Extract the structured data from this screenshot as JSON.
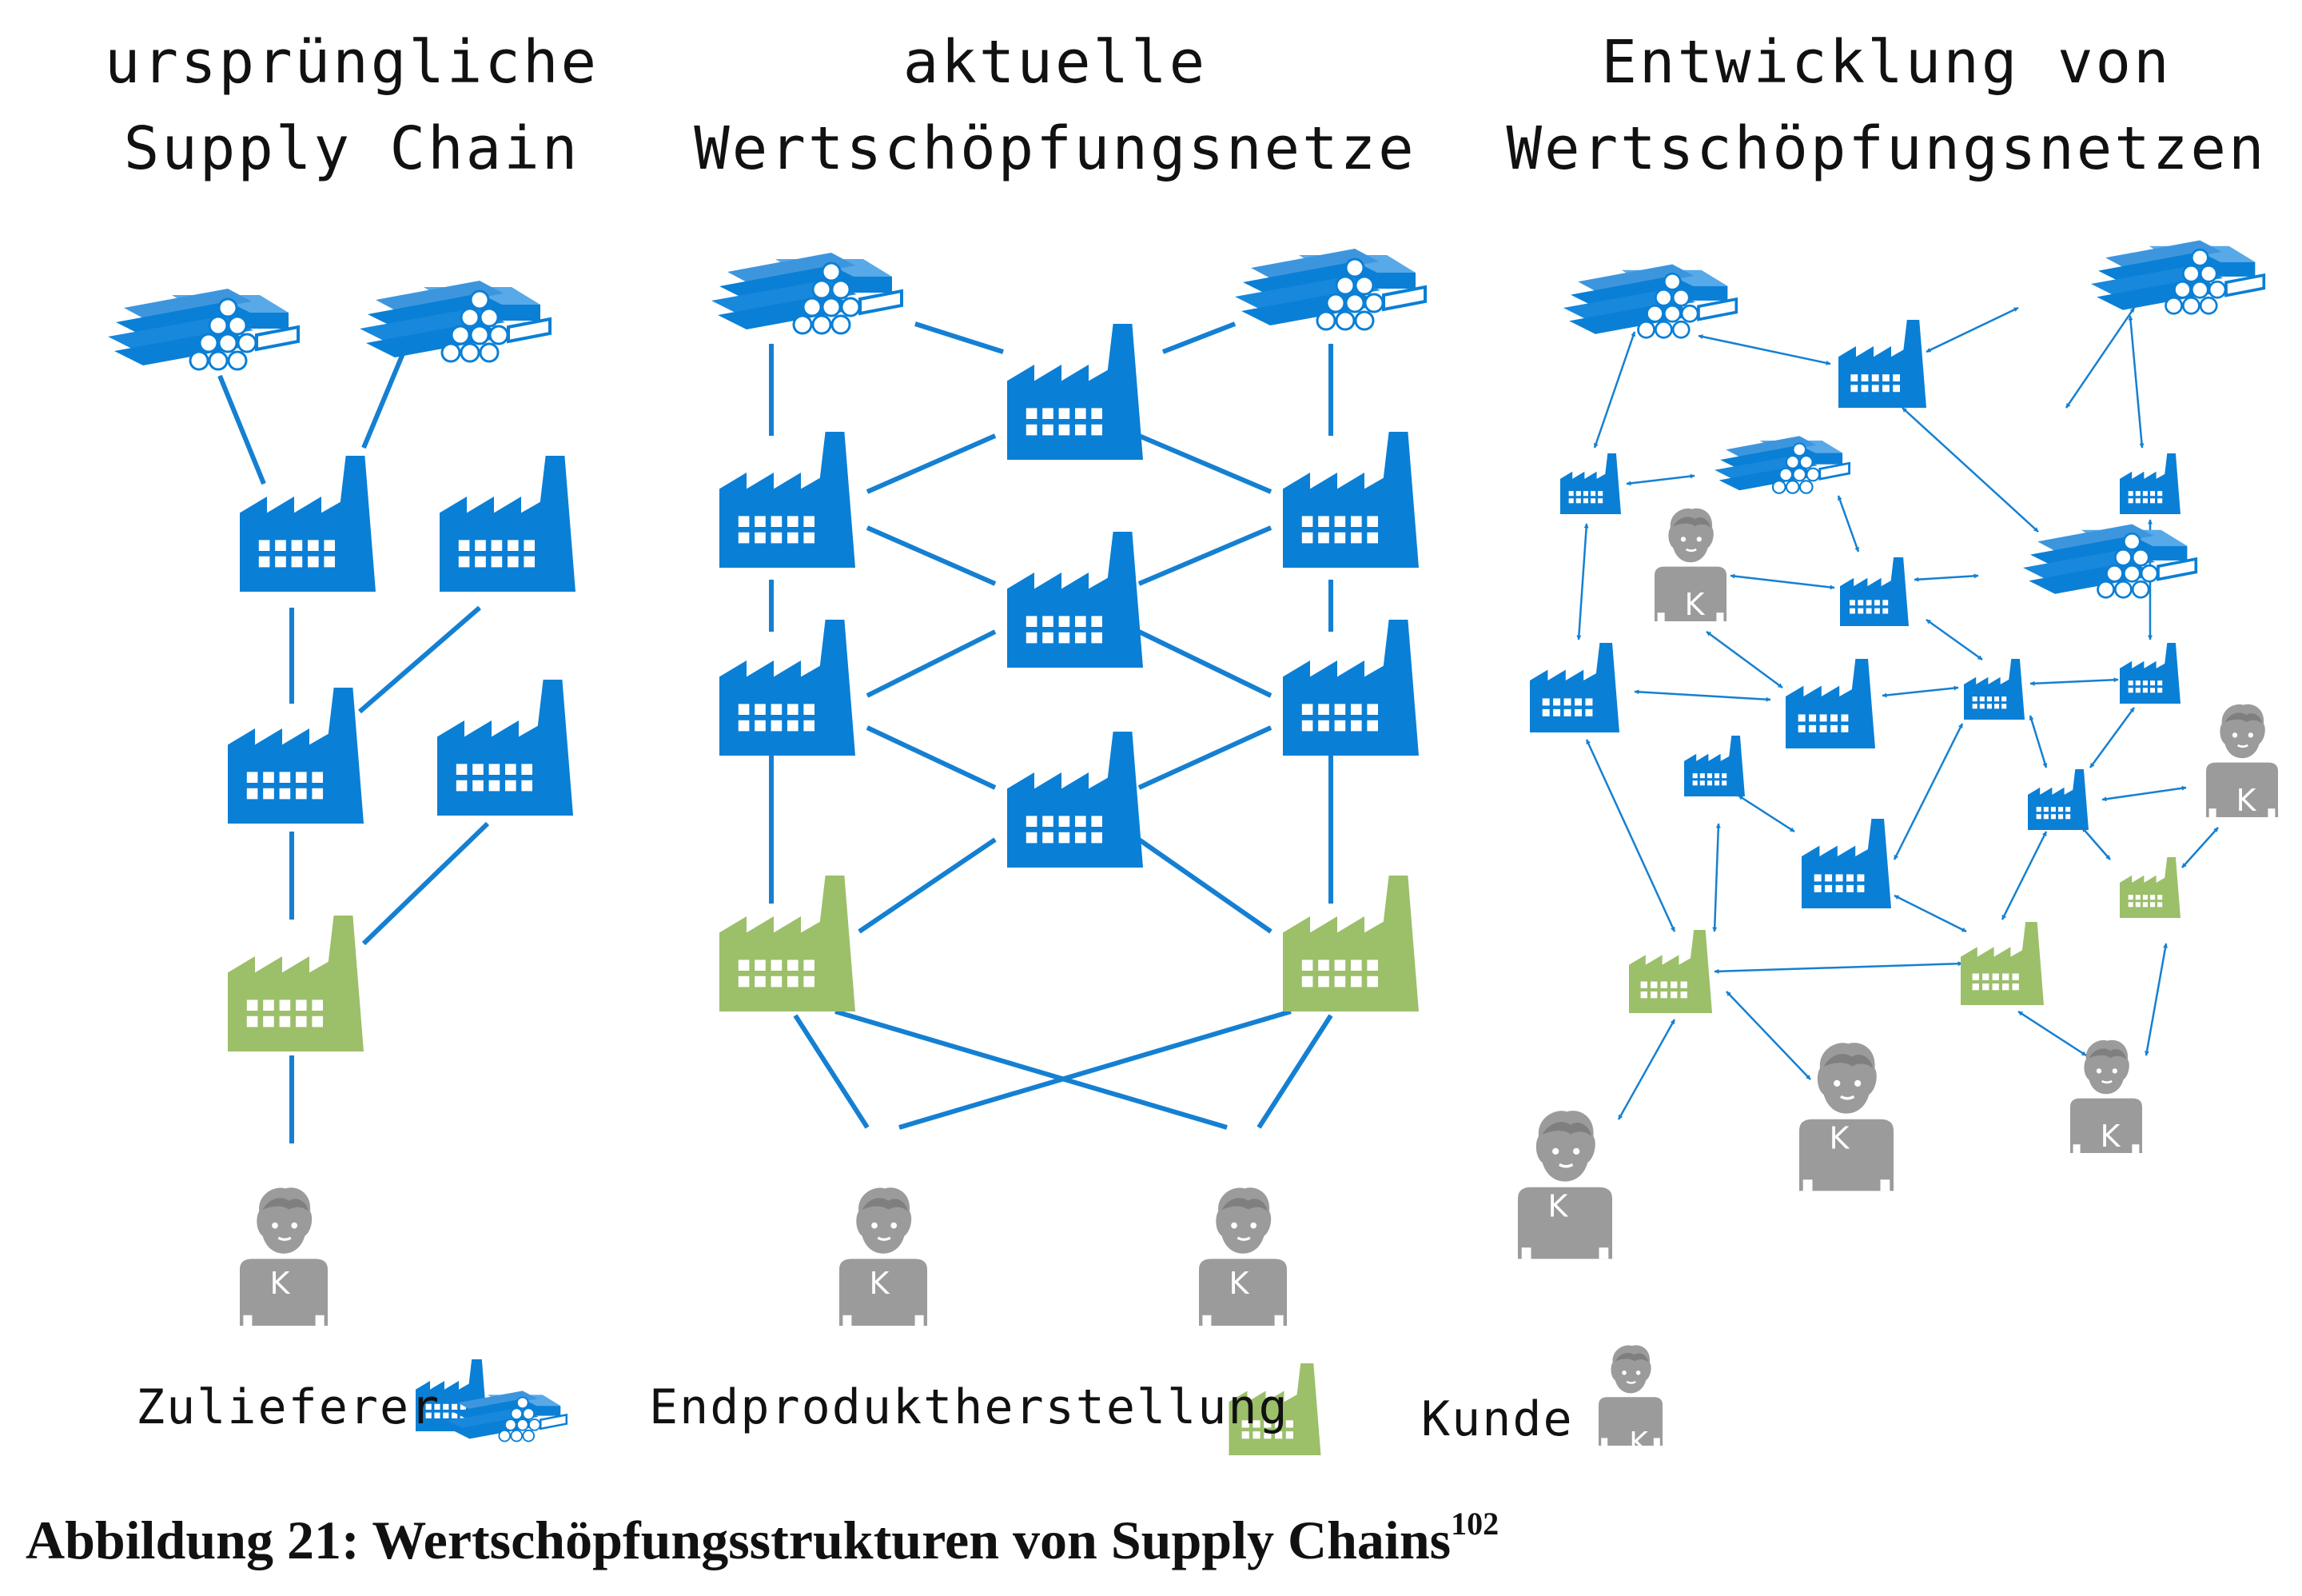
{
  "titles": {
    "col1": [
      "ursprüngliche",
      "Supply Chain"
    ],
    "col2": [
      "aktuelle",
      "Wertschöpfungsnetze"
    ],
    "col3": [
      "Entwicklung von",
      "Wertschöpfungsnetzen"
    ]
  },
  "legend": {
    "supplier": "Zulieferer",
    "manufacturer": "Endproduktherstellung",
    "customer": "Kunde"
  },
  "customer_badge": "K",
  "caption": {
    "text": "Abbildung 21: Wertschöpfungsstrukturen von Supply Chains",
    "footnote": "102"
  },
  "colors": {
    "supplier_blue": "#0a7fd6",
    "end_product_green": "#9cbf6a",
    "customer_gray": "#9b9b9b",
    "arrow": "#1580d2"
  },
  "icons": {
    "raw_material": "pipe-stack-icon",
    "factory": "factory-icon",
    "end_product": "green-factory-icon",
    "customer": "customer-k-icon"
  }
}
